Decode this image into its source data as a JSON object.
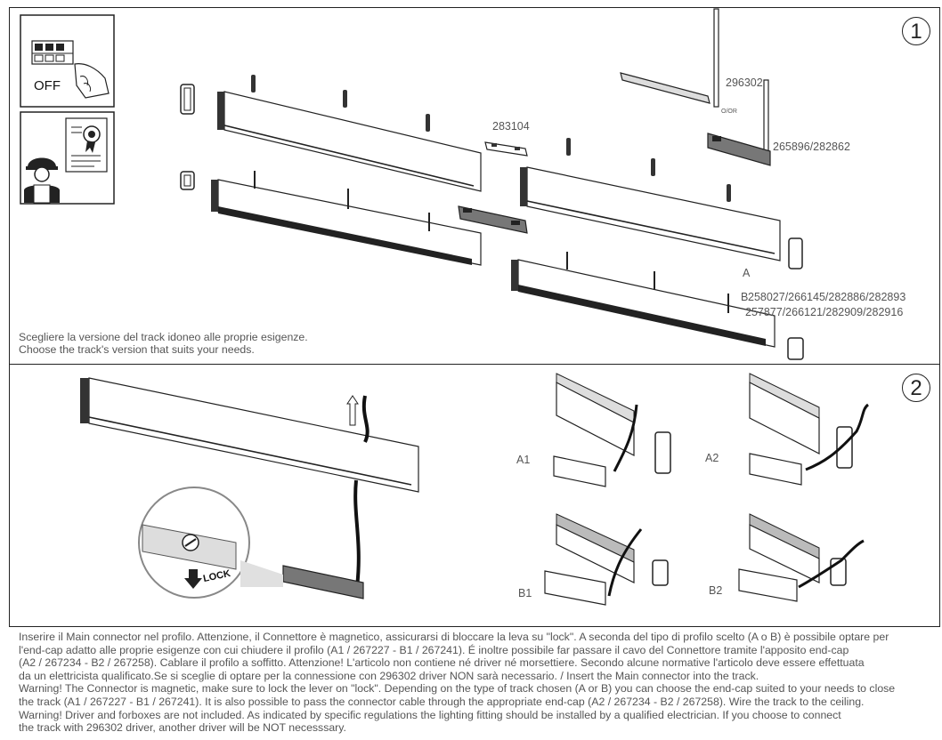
{
  "step1": {
    "number": "1",
    "off_label": "OFF",
    "codes": {
      "joiner": "283104",
      "corner": "296302",
      "or_mark": "O/OR",
      "corner_conn": "265896/282862",
      "track_a": "A",
      "track_b": "B",
      "track_a_codes": "258027/266145/282886/282893",
      "track_b_codes": "257877/266121/282909/282916"
    },
    "caption_it": "Scegliere la versione del track idoneo alle proprie esigenze.",
    "caption_en": "Choose the track's version that suits your needs."
  },
  "step2": {
    "number": "2",
    "lock_label": "LOCK",
    "variants": [
      "A1",
      "A2",
      "B1",
      "B2"
    ]
  },
  "footer_lines": [
    "Inserire il Main connector nel profilo. Attenzione, il Connettore è magnetico, assicurarsi di bloccare la leva su \"lock\". A seconda del tipo di profilo scelto (A o B) è possibile optare per",
    "l'end-cap adatto alle proprie esigenze con cui chiudere il profilo (A1 / 267227 - B1 / 267241). É inoltre possibile far passare il cavo del Connettore tramite l'apposito end-cap",
    "(A2 / 267234 - B2 / 267258). Cablare il profilo a soffitto. Attenzione! L'articolo non contiene né driver né morsettiere. Secondo alcune normative l'articolo deve essere effettuata",
    "da un elettricista qualificato.Se si sceglie di optare per la connessione con 296302 driver NON sarà necessario. / Insert the Main connector into the track.",
    "Warning! The Connector is magnetic, make sure to lock the lever on \"lock\". Depending on the type of track chosen (A or B) you can choose the end-cap suited to your needs to close",
    "the track (A1 / 267227 - B1 / 267241).  It is also possible to pass the connector cable through the appropriate end-cap (A2 / 267234 - B2 / 267258). Wire the track to the ceiling.",
    "Warning! Driver and forboxes are not included. As indicated by specific regulations the lighting fitting should be installed by a qualified electrician. If you choose to connect",
    "the track with 296302 driver, another driver will be NOT necesssary."
  ]
}
